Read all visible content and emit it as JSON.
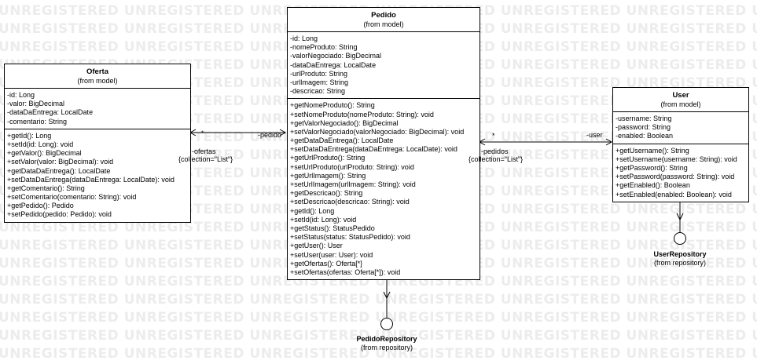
{
  "watermark": {
    "text": "UNREGISTERED UNREGISTERED UNREGISTERED UNREGISTERED UNREGISTERED UNREGISTERED UNREGISTERED UNREGISTERED"
  },
  "classes": {
    "oferta": {
      "name": "Oferta",
      "stereotype": "(from model)",
      "attributes": [
        "-id: Long",
        "-valor: BigDecimal",
        "-dataDaEntrega: LocalDate",
        "-comentario: String"
      ],
      "operations": [
        "+getId(): Long",
        "+setId(id: Long): void",
        "+getValor(): BigDecimal",
        "+setValor(valor: BigDecimal): void",
        "+getDataDaEntrega(): LocalDate",
        "+setDataDaEntrega(dataDaEntrega: LocalDate): void",
        "+getComentario(): String",
        "+setComentario(comentario: String): void",
        "+getPedido(): Pedido",
        "+setPedido(pedido: Pedido): void"
      ]
    },
    "pedido": {
      "name": "Pedido",
      "stereotype": "(from model)",
      "attributes": [
        "-id: Long",
        "-nomeProduto: String",
        "-valorNegociado: BigDecimal",
        "-dataDaEntrega: LocalDate",
        "-urlProduto: String",
        "-urlImagem: String",
        "-descricao: String"
      ],
      "operations": [
        "+getNomeProduto(): String",
        "+setNomeProduto(nomeProduto: String): void",
        "+getValorNegociado(): BigDecimal",
        "+setValorNegociado(valorNegociado: BigDecimal): void",
        "+getDataDaEntrega(): LocalDate",
        "+setDataDaEntrega(dataDaEntrega: LocalDate): void",
        "+getUrlProduto(): String",
        "+setUrlProduto(urlProduto: String): void",
        "+getUrlImagem(): String",
        "+setUrlImagem(urlImagem: String): void",
        "+getDescricao(): String",
        "+setDescricao(descricao: String): void",
        "+getId(): Long",
        "+setId(id: Long): void",
        "+getStatus(): StatusPedido",
        "+setStatus(status: StatusPedido): void",
        "+getUser(): User",
        "+setUser(user: User): void",
        "+getOfertas(): Oferta[*]",
        "+setOfertas(ofertas: Oferta[*]): void"
      ]
    },
    "user": {
      "name": "User",
      "stereotype": "(from model)",
      "attributes": [
        "-username: String",
        "-password: String",
        "-enabled: Boolean"
      ],
      "operations": [
        "+getUsername(): String",
        "+setUsername(username: String): void",
        "+getPassword(): String",
        "+setPassword(password: String): void",
        "+getEnabled(): Boolean",
        "+setEnabled(enabled: Boolean): void"
      ]
    }
  },
  "interfaces": {
    "pedido_repository": {
      "name": "PedidoRepository",
      "stereotype": "(from repository)"
    },
    "user_repository": {
      "name": "UserRepository",
      "stereotype": "(from repository)"
    }
  },
  "associations": {
    "oferta_pedido": {
      "oferta_multiplicity": "*",
      "role_pedido": "-pedido",
      "role_ofertas": "-ofertas",
      "ofertas_collection": "{collection=\"List\"}"
    },
    "pedido_user": {
      "pedido_multiplicity": "*",
      "role_user": "-user",
      "role_pedidos": "-pedidos",
      "pedidos_collection": "{collection=\"List\"}"
    }
  }
}
